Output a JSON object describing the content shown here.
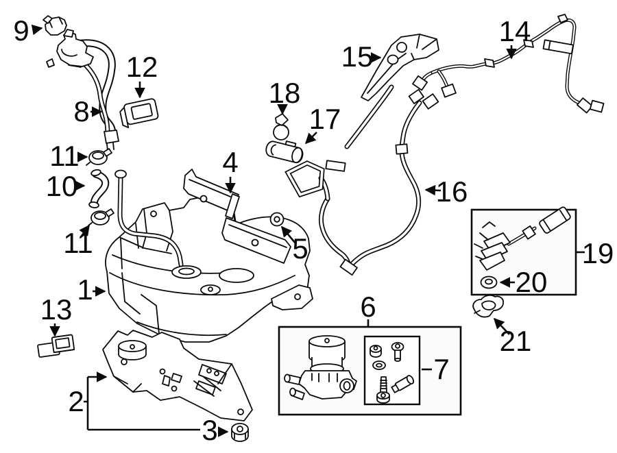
{
  "colors": {
    "background": "#ffffff",
    "line": "#0a0a0a",
    "kit_box_fill": "#fbfbfb"
  },
  "callouts": [
    {
      "id": "1",
      "label": "1"
    },
    {
      "id": "2",
      "label": "2"
    },
    {
      "id": "3",
      "label": "3"
    },
    {
      "id": "4",
      "label": "4"
    },
    {
      "id": "5",
      "label": "5"
    },
    {
      "id": "6",
      "label": "6"
    },
    {
      "id": "7",
      "label": "7"
    },
    {
      "id": "8",
      "label": "8"
    },
    {
      "id": "9",
      "label": "9"
    },
    {
      "id": "10",
      "label": "10"
    },
    {
      "id": "11a",
      "label": "11"
    },
    {
      "id": "11b",
      "label": "11"
    },
    {
      "id": "12",
      "label": "12"
    },
    {
      "id": "13",
      "label": "13"
    },
    {
      "id": "14",
      "label": "14"
    },
    {
      "id": "15",
      "label": "15"
    },
    {
      "id": "16",
      "label": "16"
    },
    {
      "id": "17",
      "label": "17"
    },
    {
      "id": "18",
      "label": "18"
    },
    {
      "id": "19",
      "label": "19"
    },
    {
      "id": "20",
      "label": "20"
    },
    {
      "id": "21",
      "label": "21"
    }
  ]
}
